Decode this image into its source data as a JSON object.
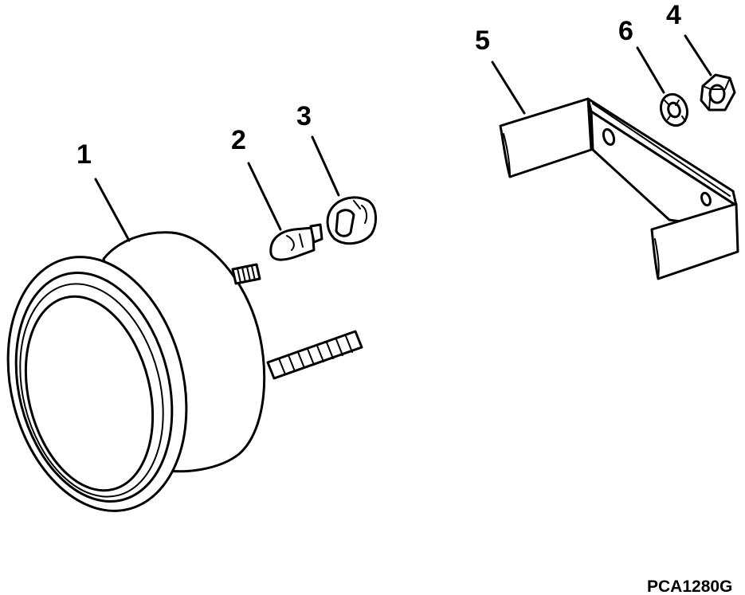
{
  "diagram": {
    "callouts": [
      {
        "id": "1",
        "text": "1"
      },
      {
        "id": "2",
        "text": "2"
      },
      {
        "id": "3",
        "text": "3"
      },
      {
        "id": "4",
        "text": "4"
      },
      {
        "id": "5",
        "text": "5"
      },
      {
        "id": "6",
        "text": "6"
      }
    ],
    "figure_code": "PCA1280G"
  }
}
